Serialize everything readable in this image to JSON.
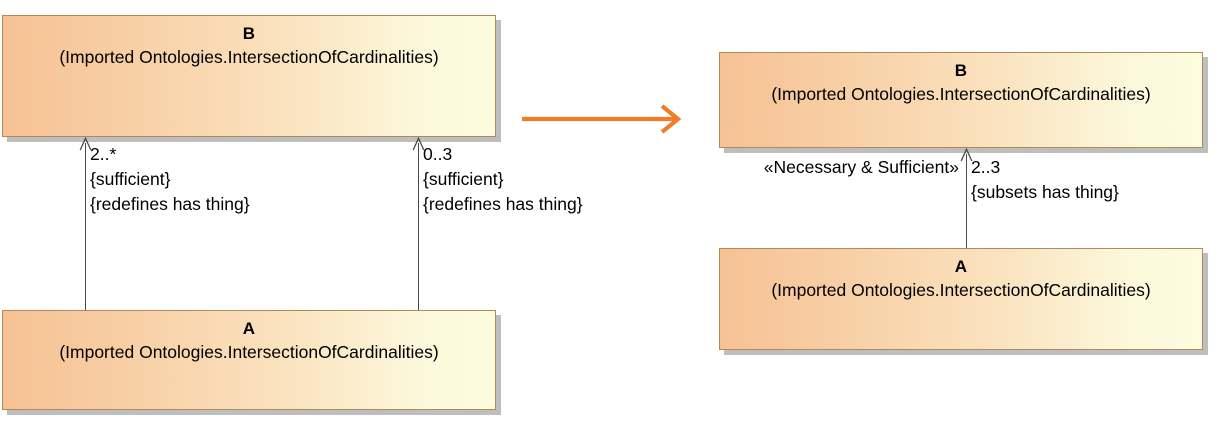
{
  "diagram": {
    "type": "uml-class-diagram",
    "title": "",
    "colors": {
      "box_fill_left": "#f6c294",
      "box_fill_right": "#fdfcdf",
      "box_border": "#b08a5a",
      "box_shadow": "#969696",
      "line": "#4a4a4a",
      "transform_arrow": "#f07d28",
      "text": "#000000"
    },
    "before": {
      "class_super": {
        "name": "B",
        "qualifier": "(Imported Ontologies.IntersectionOfCardinalities)"
      },
      "class_sub": {
        "name": "A",
        "qualifier": "(Imported Ontologies.IntersectionOfCardinalities)"
      },
      "associations": [
        {
          "id": "left-association",
          "multiplicity": "2..*",
          "constraints": [
            "{sufficient}",
            "{redefines has thing}"
          ],
          "stereotype": ""
        },
        {
          "id": "right-association",
          "multiplicity": "0..3",
          "constraints": [
            "{sufficient}",
            "{redefines has thing}"
          ],
          "stereotype": ""
        }
      ]
    },
    "transform_arrow": {
      "icon": "right-arrow-icon",
      "direction": "right"
    },
    "after": {
      "class_super": {
        "name": "B",
        "qualifier": "(Imported Ontologies.IntersectionOfCardinalities)"
      },
      "class_sub": {
        "name": "A",
        "qualifier": "(Imported Ontologies.IntersectionOfCardinalities)"
      },
      "associations": [
        {
          "id": "merged-association",
          "stereotype": "«Necessary & Sufficient»",
          "multiplicity": "2..3",
          "constraints": [
            "{subsets has thing}"
          ]
        }
      ]
    }
  }
}
